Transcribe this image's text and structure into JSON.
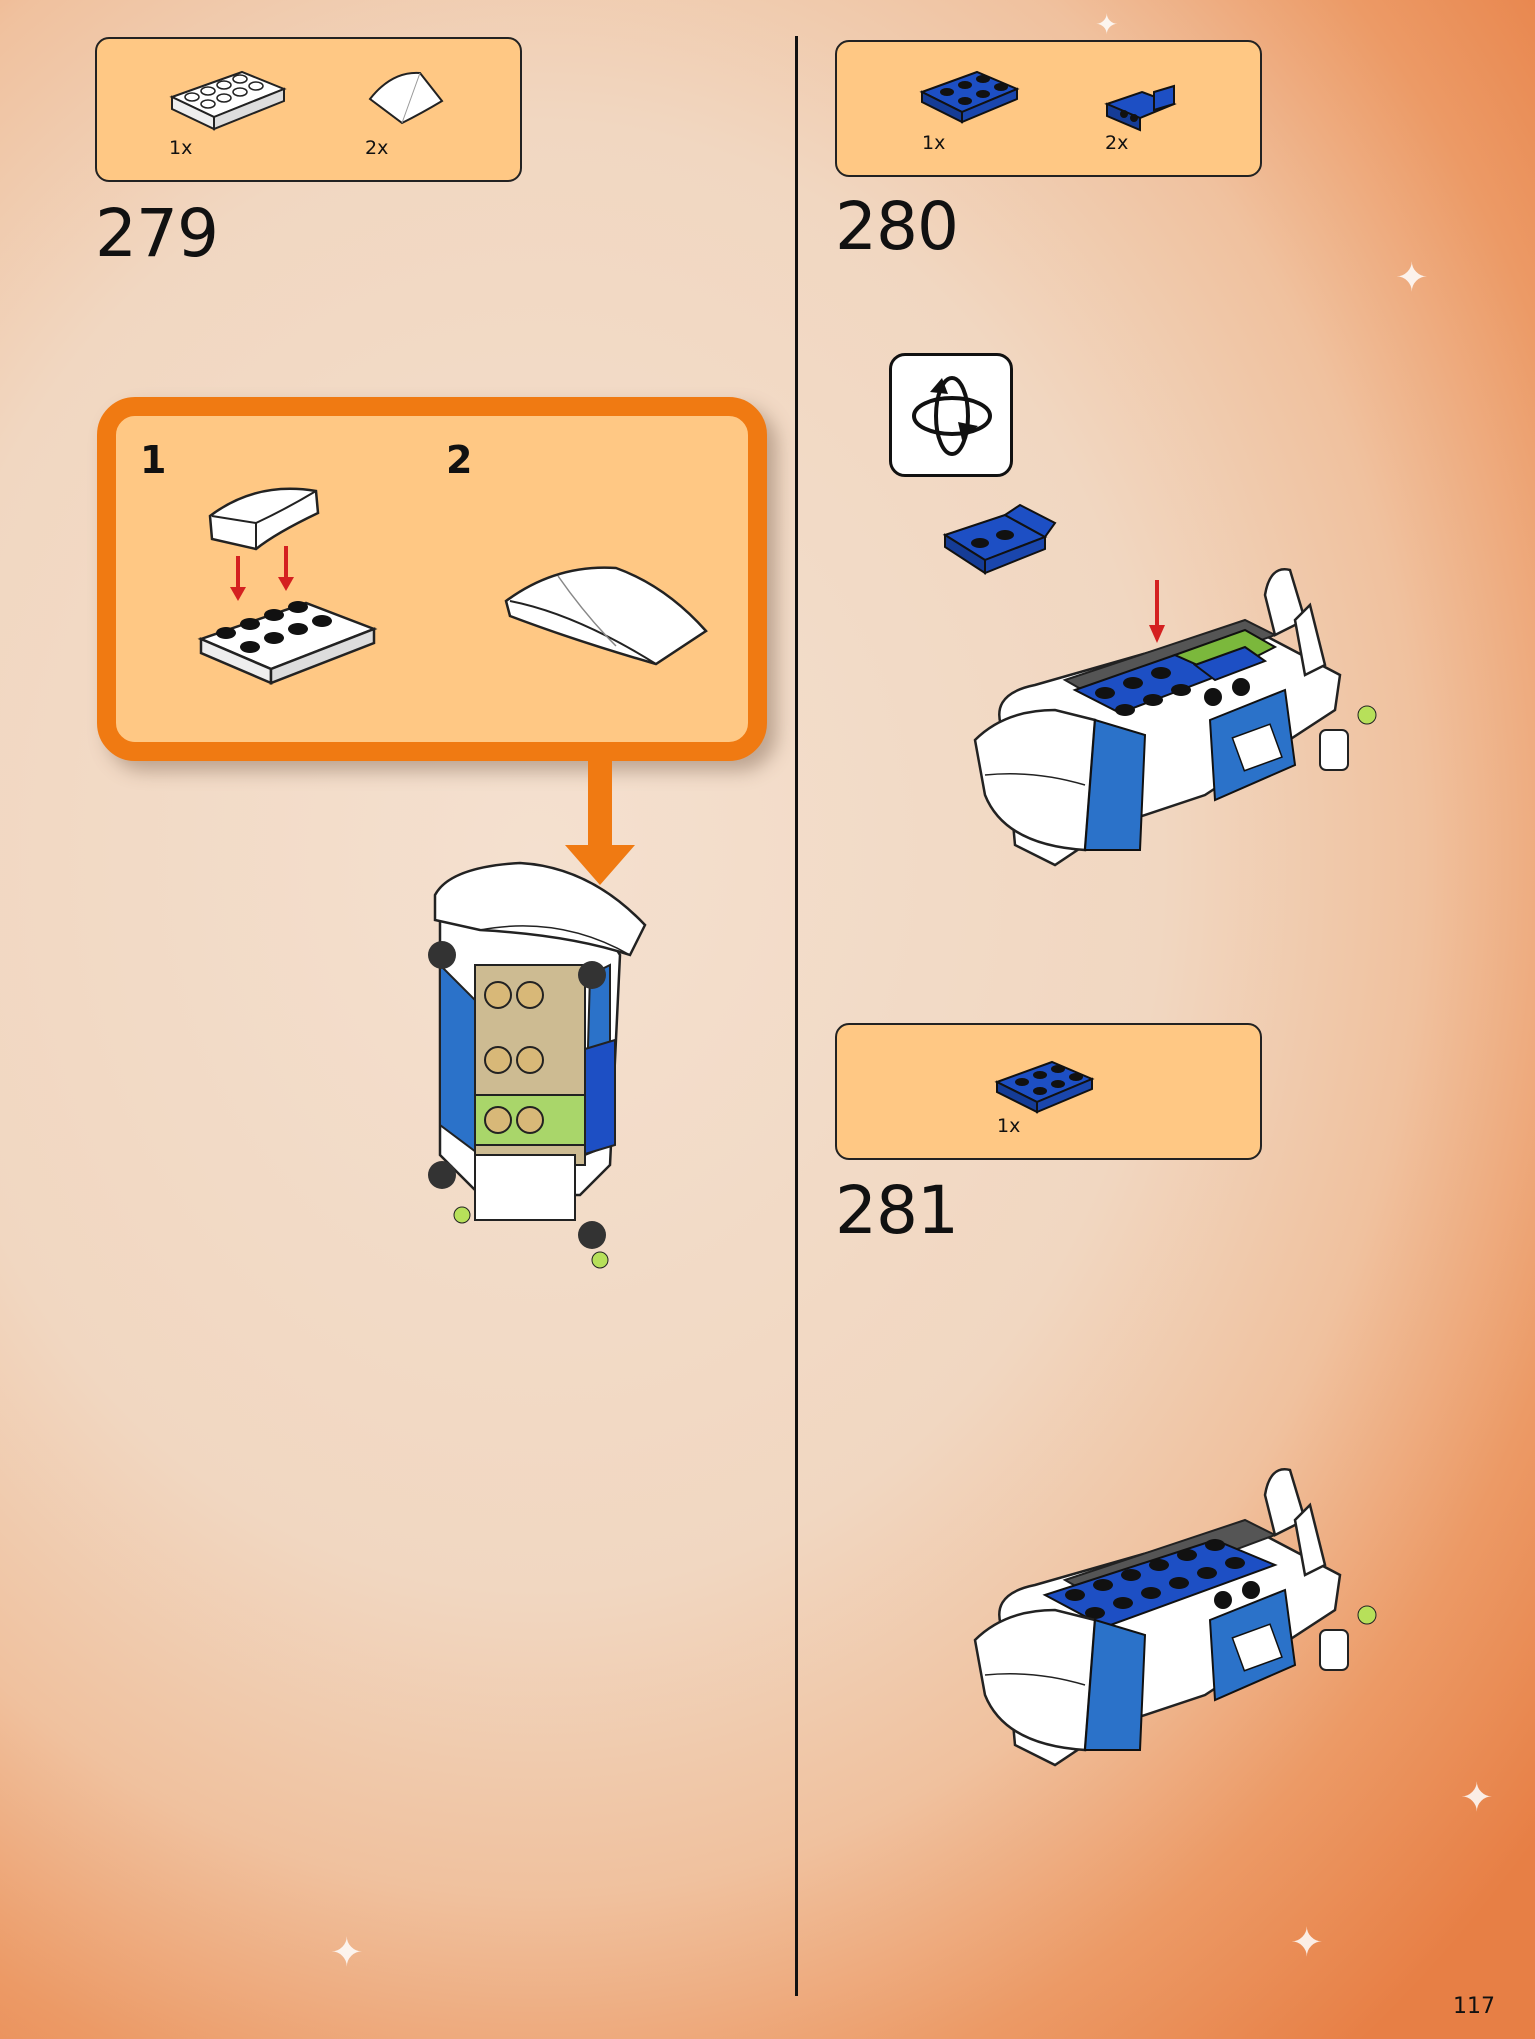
{
  "page": {
    "number": "117"
  },
  "steps": [
    {
      "number": "279",
      "parts": [
        {
          "qty": "1x",
          "item": "white-plate-2x4"
        },
        {
          "qty": "2x",
          "item": "white-curved-slope"
        }
      ]
    },
    {
      "number": "280",
      "parts": [
        {
          "qty": "1x",
          "item": "blue-plate-2x3"
        },
        {
          "qty": "2x",
          "item": "blue-bracket"
        }
      ]
    },
    {
      "number": "281",
      "parts": [
        {
          "qty": "1x",
          "item": "blue-plate-2x3"
        }
      ]
    }
  ],
  "callout": {
    "sub_steps": [
      "1",
      "2"
    ]
  },
  "icons": {
    "rotate": "rotate-model-icon",
    "arrow": "insertion-arrow-icon"
  },
  "colors": {
    "accent_orange": "#f07a12",
    "parts_bg": "#ffc884",
    "lego_blue": "#1d4fc4",
    "lego_white": "#ffffff",
    "insert_arrow": "#d42020"
  }
}
